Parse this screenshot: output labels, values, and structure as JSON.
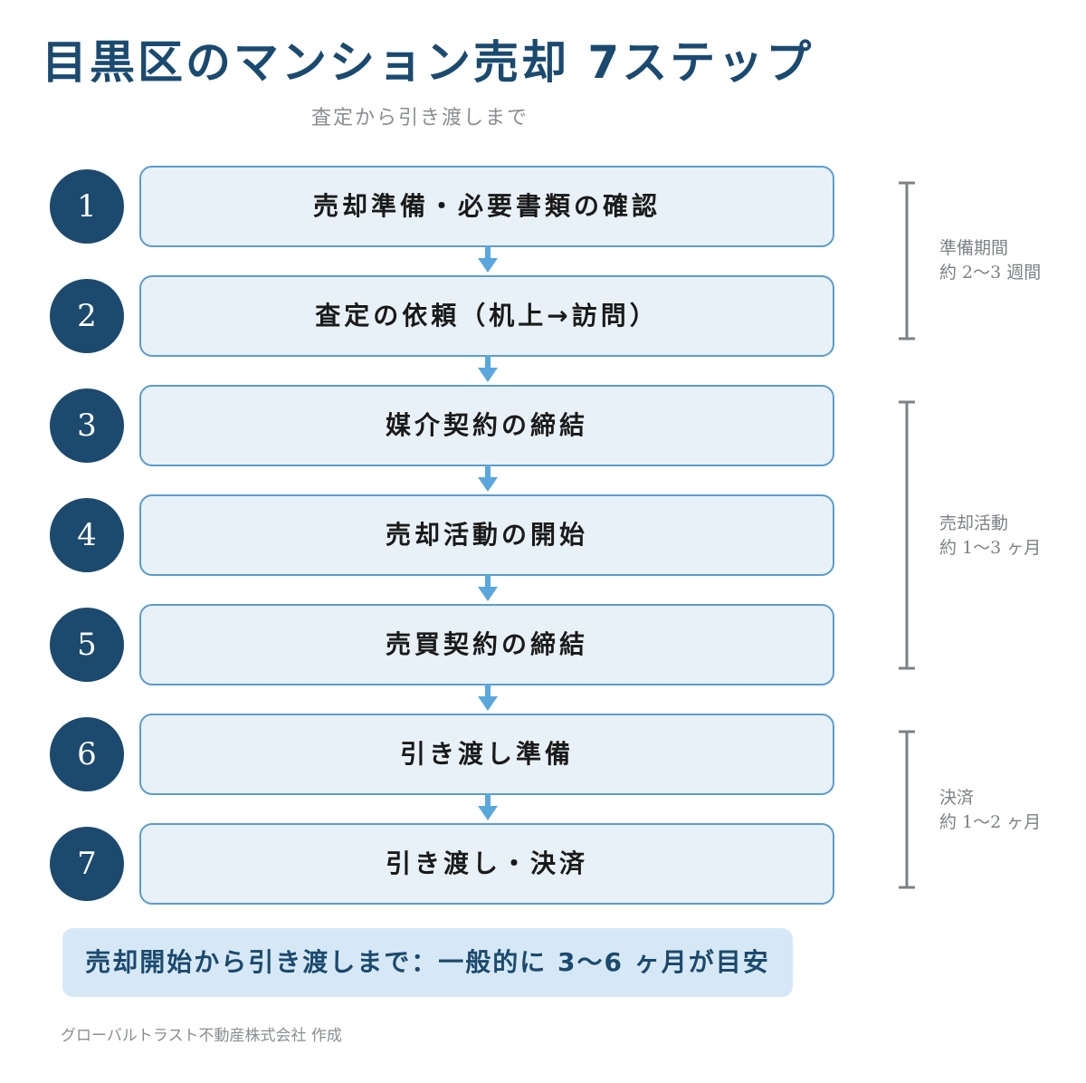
{
  "title": "目黒区のマンション売却 7ステップ",
  "subtitle": "査定から引き渡しまで",
  "steps": [
    {
      "number": "1",
      "label": "売却準備・必要書類の確認"
    },
    {
      "number": "2",
      "label": "査定の依頼（机上→訪問）"
    },
    {
      "number": "3",
      "label": "媒介契約の締結"
    },
    {
      "number": "4",
      "label": "売却活動の開始"
    },
    {
      "number": "5",
      "label": "売買契約の締結"
    },
    {
      "number": "6",
      "label": "引き渡し準備"
    },
    {
      "number": "7",
      "label": "引き渡し・決済"
    }
  ],
  "phases": [
    {
      "name": "準備期間",
      "duration": "約 2〜3 週間"
    },
    {
      "name": "売却活動",
      "duration": "約 1〜3 ヶ月"
    },
    {
      "name": "決済",
      "duration": "約 1〜2 ヶ月"
    }
  ],
  "summary": "売却開始から引き渡しまで：一般的に 3〜6 ヶ月が目安",
  "footer": "グローバルトラスト不動産株式会社 作成",
  "colors": {
    "navy": "#1c4a6e",
    "box_fill": "#e9f1f8",
    "box_border": "#5a9cd0",
    "arrow": "#5aa7dd",
    "bracket": "#7d8185",
    "summary_fill": "#d6e8f6"
  }
}
